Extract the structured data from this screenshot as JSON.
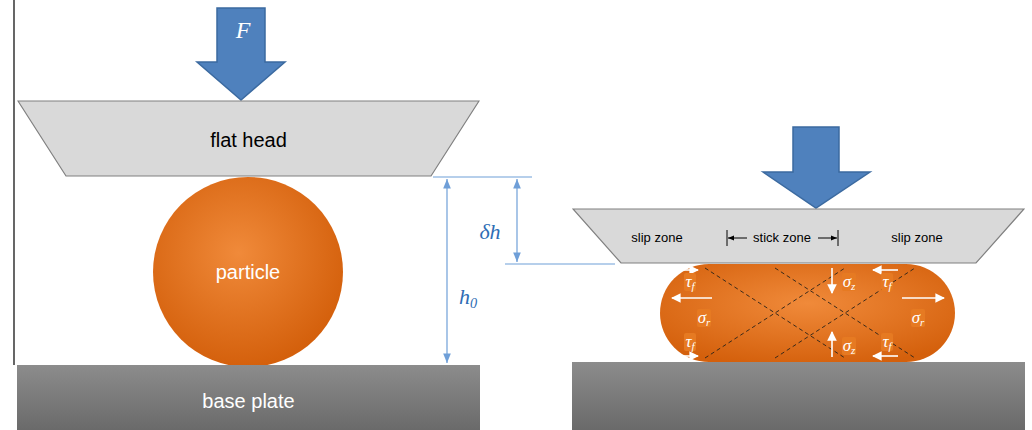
{
  "diagram": {
    "nodes": [
      {
        "text": [
          "flat head"
        ]
      },
      {
        "text": [
          "particle"
        ]
      },
      {
        "text": [
          "base plate"
        ]
      },
      {
        "text": [
          "slip zone",
          "stick zone",
          "slip zone"
        ]
      }
    ],
    "labels": [
      "F",
      "h0",
      "δh",
      "τf",
      "σz",
      "τf",
      "σr",
      "σr",
      "τf",
      "σz",
      "τf"
    ]
  }
}
